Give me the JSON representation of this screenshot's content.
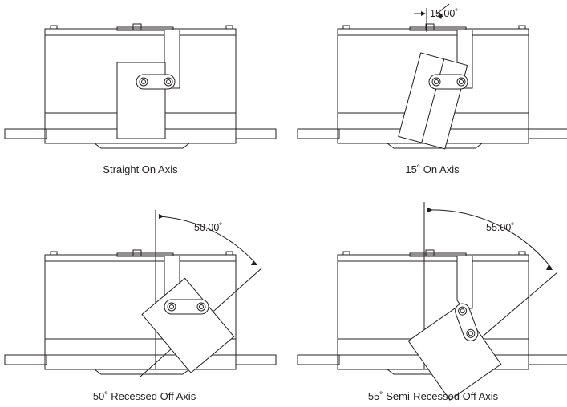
{
  "panels": [
    {
      "caption": "Straight On Axis",
      "angle_label": "",
      "tilt_deg": 0
    },
    {
      "caption": "15˚ On Axis",
      "angle_label": "15.00˚",
      "tilt_deg": 15
    },
    {
      "caption": "50˚ Recessed Off Axis",
      "angle_label": "50.00˚",
      "tilt_deg": 50
    },
    {
      "caption": "55˚ Semi-Recessed Off Axis",
      "angle_label": "55.00˚",
      "tilt_deg": 55
    }
  ],
  "colors": {
    "line": "#231f20",
    "background": "#ffffff"
  }
}
